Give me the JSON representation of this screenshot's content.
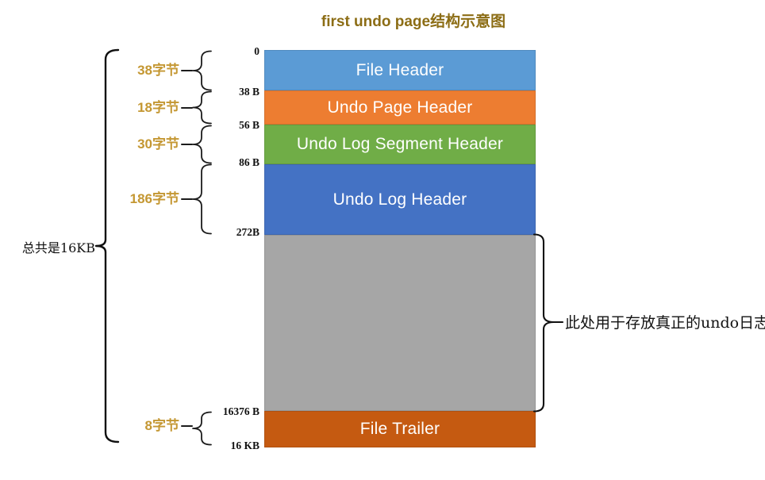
{
  "title": {
    "text": "first undo page结构示意图",
    "color": "#8C6D15"
  },
  "left": {
    "total_size_label": "总共是16KB",
    "size_labels_color": "#C49732"
  },
  "right": {
    "storage_note": "此处用于存放真正的undo日志"
  },
  "blocks": [
    {
      "name": "file-header",
      "label": "File Header",
      "color": "#5B9BD5",
      "size": "38字节",
      "range_start": "0",
      "range_end": "38 B"
    },
    {
      "name": "undo-page-header",
      "label": "Undo Page Header",
      "color": "#ED7D31",
      "size": "18字节",
      "range_start": "38 B",
      "range_end": "56 B"
    },
    {
      "name": "undo-log-segment-header",
      "label": "Undo Log Segment Header",
      "color": "#70AD47",
      "size": "30字节",
      "range_start": "56 B",
      "range_end": "86 B"
    },
    {
      "name": "undo-log-header",
      "label": "Undo Log Header",
      "color": "#4472C4",
      "size": "186字节",
      "range_start": "86 B",
      "range_end": "272B"
    },
    {
      "name": "undo-log-storage",
      "label": "",
      "color": "#A6A6A6",
      "range_start": "272B",
      "range_end": "16376 B"
    },
    {
      "name": "file-trailer",
      "label": "File Trailer",
      "color": "#C55A11",
      "size": "8字节",
      "range_start": "16376 B",
      "range_end": "16 KB"
    }
  ],
  "ticks": [
    "0",
    "38 B",
    "56 B",
    "86 B",
    "272B",
    "16376 B",
    "16 KB"
  ]
}
